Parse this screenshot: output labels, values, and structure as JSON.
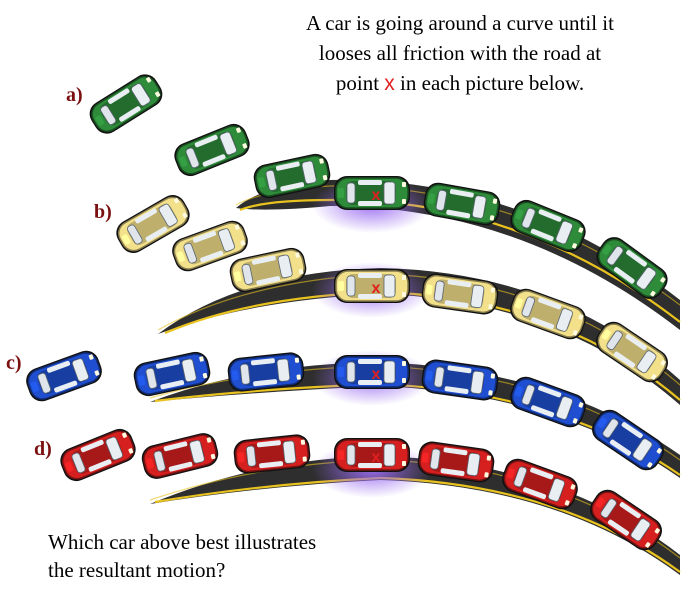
{
  "intro": {
    "line1": "A car is going around a curve until it",
    "line2": "looses all friction with the road at",
    "line3_pre": "point ",
    "mark": "x",
    "line3_post": " in each picture below."
  },
  "question": {
    "line1": "Which car above best illustrates",
    "line2": "the resultant motion?"
  },
  "options": [
    {
      "label": "a)",
      "color": "#2e8b3a"
    },
    {
      "label": "b)",
      "color": "#f3e08a"
    },
    {
      "label": "c)",
      "color": "#1f4fd0"
    },
    {
      "label": "d)",
      "color": "#d62020"
    }
  ],
  "road_color": "#2e2e2e",
  "stripe_color": "#e8c21e",
  "glow_color": "#9a6cf0"
}
